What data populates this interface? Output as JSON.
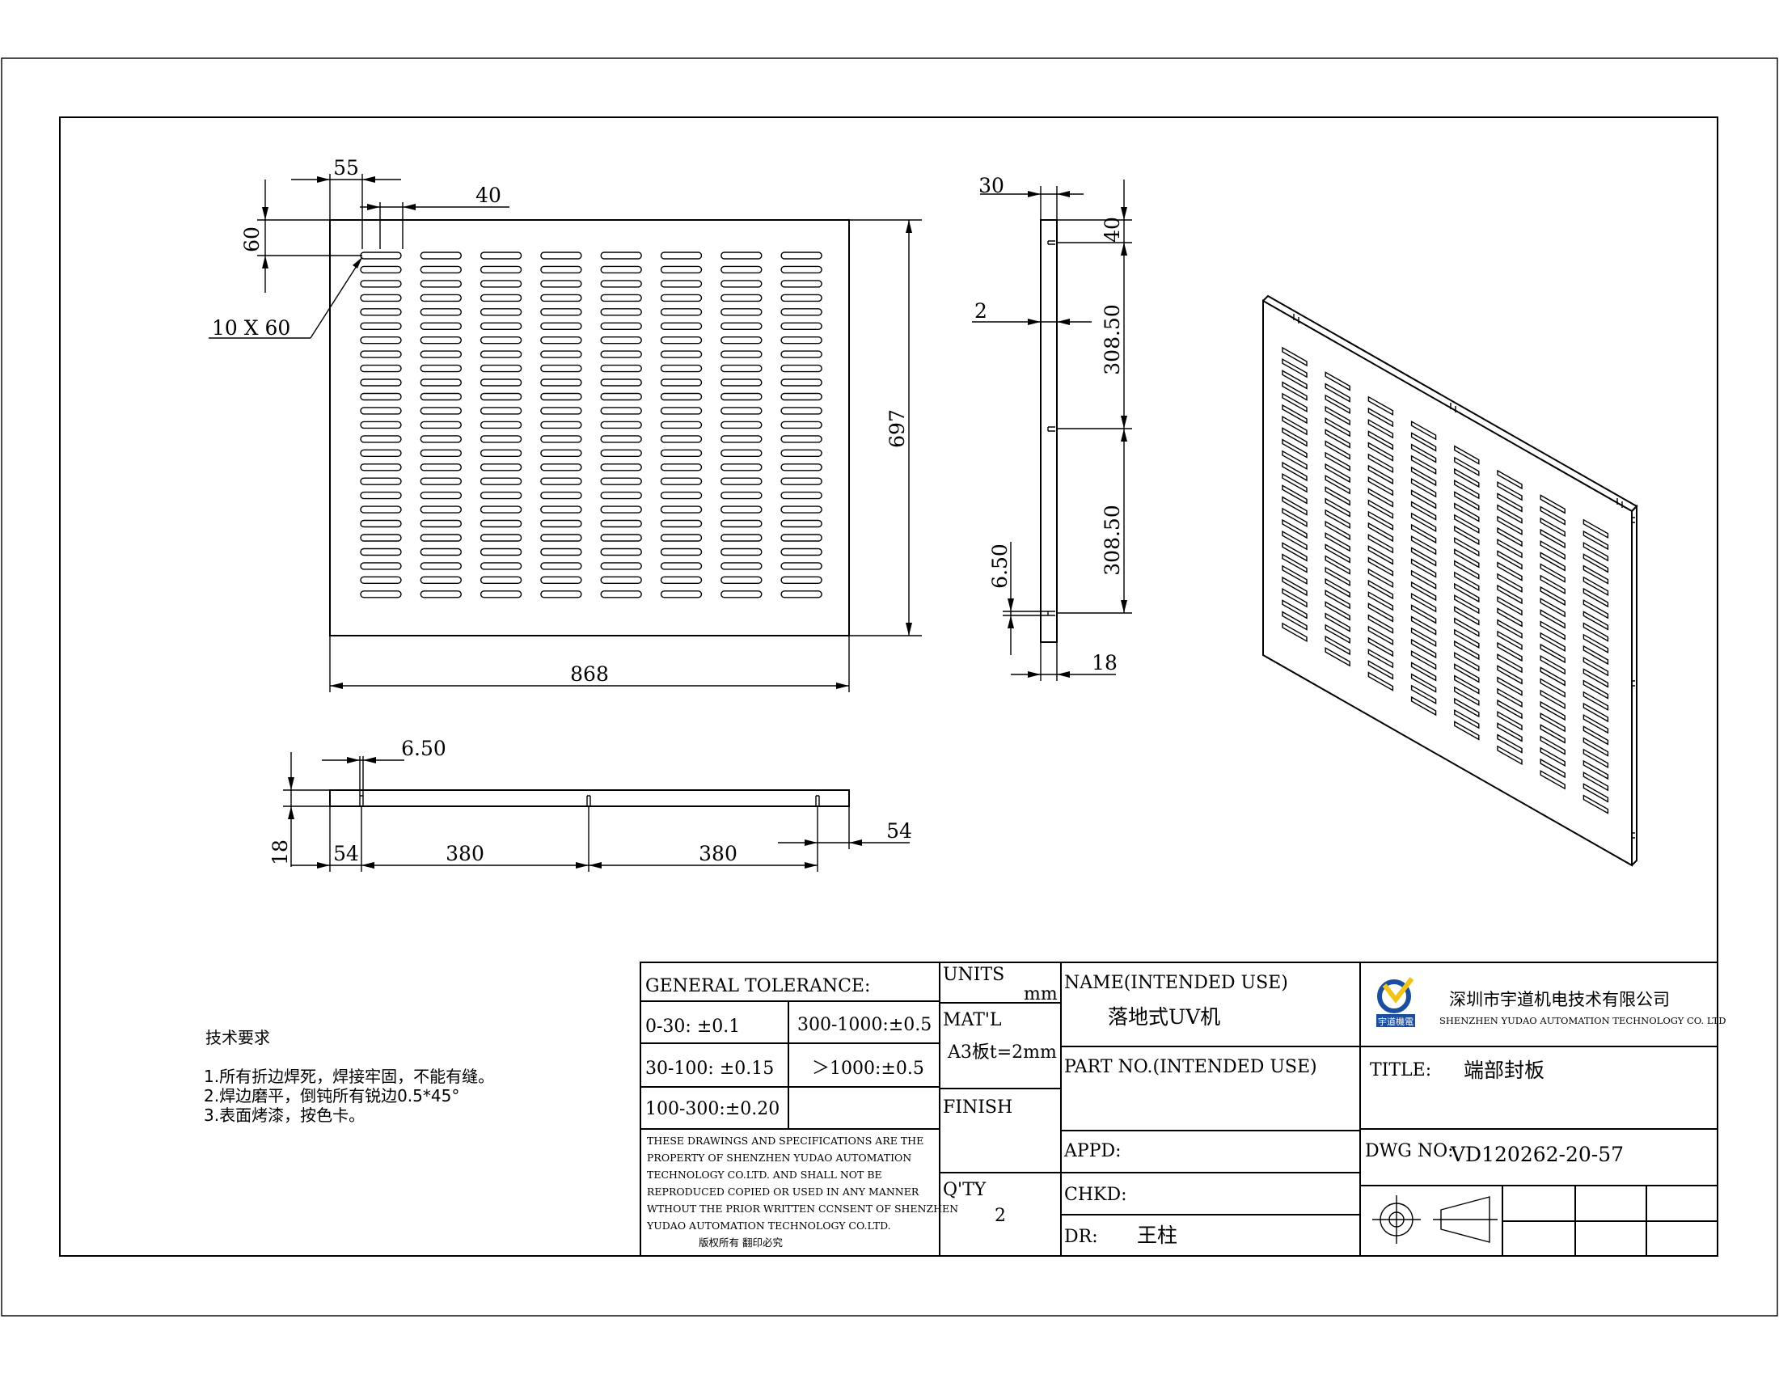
{
  "front_view": {
    "dim_top_offset": "55",
    "dim_slot_pitch": "40",
    "dim_left_offset": "60",
    "slot_callout": "10 X 60",
    "dim_height": "697",
    "dim_width": "868"
  },
  "side_view": {
    "dim_flange_width": "30",
    "dim_top_tab": "40",
    "dim_thickness": "2",
    "dim_upper_span": "308.50",
    "dim_lower_span": "308.50",
    "dim_tab_height": "6.50",
    "dim_bottom_width": "18"
  },
  "bottom_view": {
    "dim_tab_width": "6.50",
    "dim_height": "18",
    "dim_left_edge": "54",
    "dim_span_1": "380",
    "dim_span_2": "380",
    "dim_right_edge": "54"
  },
  "notes": {
    "heading": "技术要求",
    "line1": "1.所有折边焊死，焊接牢固，不能有缝。",
    "line2": "2.焊边磨平，倒钝所有锐边0.5*45°",
    "line3": "3.表面烤漆，按色卡。"
  },
  "title_block": {
    "general_tolerance_label": "GENERAL TOLERANCE:",
    "tol_0_30": "0-30:    ±0.1",
    "tol_300_1000": "300-1000:±0.5",
    "tol_30_100": "30-100: ±0.15",
    "tol_over_1000": "＞1000:±0.5",
    "tol_100_300": "100-300:±0.20",
    "copyright_lines": [
      "THESE DRAWINGS AND SPECIFICATIONS ARE THE",
      "PROPERTY OF SHENZHEN YUDAO AUTOMATION",
      "TECHNOLOGY CO.LTD.  AND SHALL NOT BE",
      "REPRODUCED COPIED OR USED IN ANY MANNER",
      "WTHOUT THE PRIOR WRITTEN CCNSENT OF SHENZHEN",
      "YUDAO AUTOMATION TECHNOLOGY CO.LTD."
    ],
    "copyright_cn": "版权所有  翻印必究",
    "units_label": "UNITS",
    "units_value": "mm",
    "material_label": "MAT'L",
    "material_value": "A3板t=2mm",
    "finish_label": "FINISH",
    "qty_label": "Q'TY",
    "qty_value": "2",
    "name_label": "NAME(INTENDED USE)",
    "name_value": "落地式UV机",
    "part_no_label": "PART NO.(INTENDED USE)",
    "appd_label": "APPD:",
    "chkd_label": "CHKD:",
    "dr_label": "DR:",
    "dr_value": "王柱",
    "company_cn": "深圳市宇道机电技术有限公司",
    "company_en": "SHENZHEN YUDAO AUTOMATION TECHNOLOGY CO. LTD",
    "logo_text": "宇道機電",
    "title_label": "TITLE:",
    "title_value": "端部封板",
    "dwg_no_label": "DWG NO:",
    "dwg_no_value": "VD120262-20-57"
  },
  "colors": {
    "line": "#000000",
    "logo_blue": "#1a4fa0",
    "logo_yellow": "#f0c419"
  }
}
